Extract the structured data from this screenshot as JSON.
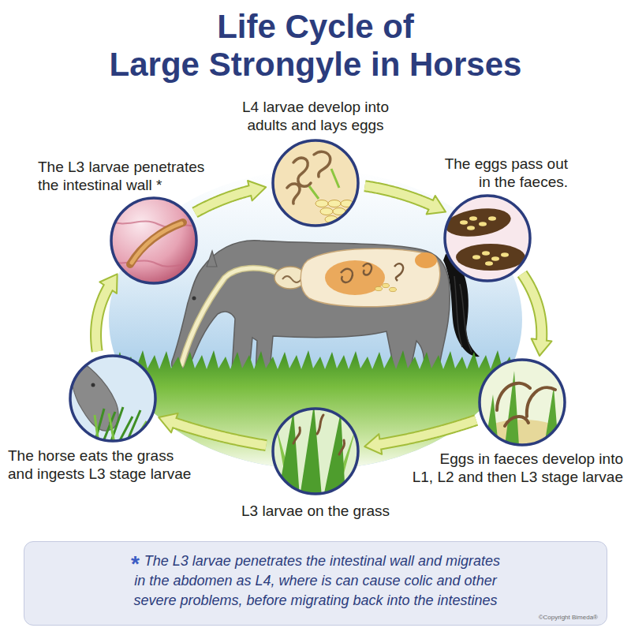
{
  "diagram": {
    "title": "Life Cycle of Large Strongyle in Horses",
    "nodes": [
      {
        "text": [
          "L4 larvae develop into adults and lays eggs"
        ]
      },
      {
        "text": [
          "The eggs pass out in the faeces."
        ]
      },
      {
        "text": [
          "Eggs in faeces develop into L1, L2 and then L3 stage larvae"
        ]
      },
      {
        "text": [
          "L3 larvae on the grass"
        ]
      },
      {
        "text": [
          "The horse eats the grass and ingests L3 stage larvae"
        ]
      },
      {
        "text": [
          "The L3 larvae penetrates the intestinal wall *"
        ]
      },
      {
        "text": [
          "*",
          "The L3 larvae penetrates the intestinal wall and migrates in the abdomen as L4, where is can cause colic and other severe problems, before migrating back into the intestines"
        ]
      }
    ],
    "edges": [
      {
        "from": 0,
        "to": 1,
        "arrow": "to"
      },
      {
        "from": 1,
        "to": 2,
        "arrow": "to"
      },
      {
        "from": 2,
        "to": 3,
        "arrow": "to"
      },
      {
        "from": 3,
        "to": 4,
        "arrow": "to"
      },
      {
        "from": 4,
        "to": 5,
        "arrow": "to"
      },
      {
        "from": 5,
        "to": 0,
        "arrow": "to"
      }
    ],
    "labels": [
      "©Copyright Bimeda®"
    ]
  }
}
